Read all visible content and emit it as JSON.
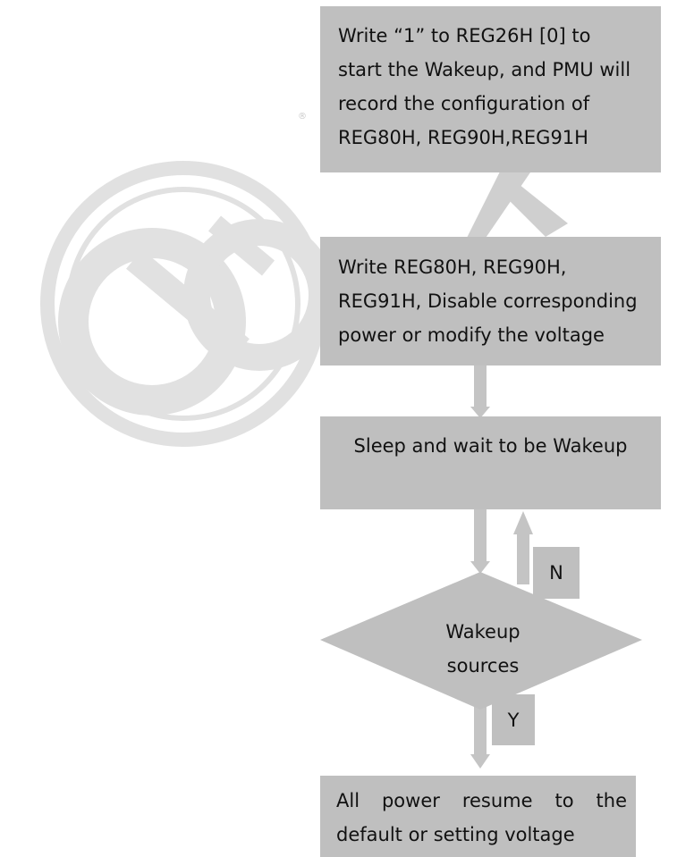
{
  "steps": {
    "start_lines": [
      "Write “1” to REG26H [0] to",
      "start the Wakeup, and PMU will",
      "record the configuration of",
      "REG80H, REG90H,REG91H"
    ],
    "write_lines": [
      "Write REG80H, REG90H,",
      "REG91H, Disable corresponding",
      "power or modify the voltage"
    ],
    "sleep": "Sleep and wait to be Wakeup",
    "decision_lines": [
      "Wakeup",
      "sources"
    ],
    "no_label": "N",
    "yes_label": "Y",
    "resume_lines": [
      "All power resume to the",
      "default or setting voltage"
    ]
  },
  "watermark": {
    "symbol": "®"
  },
  "colors": {
    "box": "#bfbfbf",
    "arrow": "#c4c4c4",
    "watermark": "#e1e1e1"
  }
}
